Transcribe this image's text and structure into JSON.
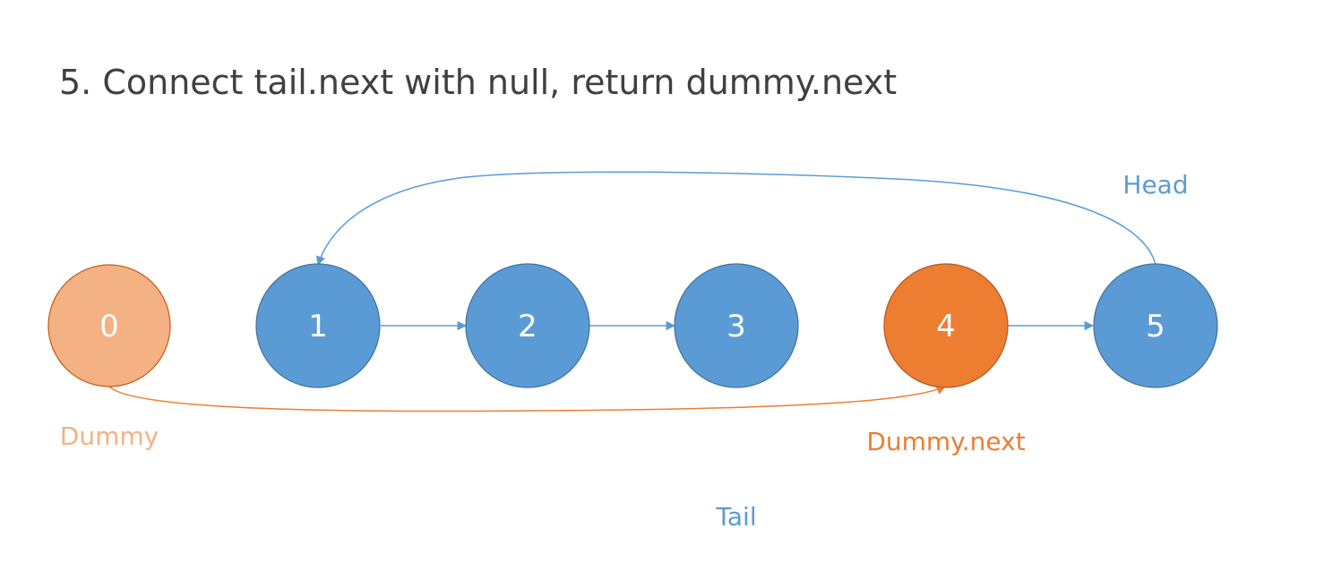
{
  "title": "5. Connect tail.next with null, return dummy.next",
  "colors": {
    "title": "#404040",
    "blue_node": "#5b9bd5",
    "blue_stroke": "#41719c",
    "blue_text": "#5b9bd5",
    "dark_orange_node": "#ed7d31",
    "dark_orange_stroke": "#ae5a21",
    "light_orange_node": "#f4b183",
    "light_orange_stroke": "#c55a11",
    "orange_text": "#ed7d31",
    "light_orange_text": "#f4b183"
  },
  "nodes": [
    {
      "id": "0",
      "label": "0",
      "style": "light-orange"
    },
    {
      "id": "1",
      "label": "1",
      "style": "blue"
    },
    {
      "id": "2",
      "label": "2",
      "style": "blue"
    },
    {
      "id": "3",
      "label": "3",
      "style": "blue"
    },
    {
      "id": "4",
      "label": "4",
      "style": "dark-orange"
    },
    {
      "id": "5",
      "label": "5",
      "style": "blue"
    }
  ],
  "edges": [
    {
      "from": "1",
      "to": "2"
    },
    {
      "from": "2",
      "to": "3"
    },
    {
      "from": "4",
      "to": "5"
    },
    {
      "from": "5",
      "to": "1"
    },
    {
      "from": "0",
      "to": "4"
    }
  ],
  "labels": {
    "head": "Head",
    "dummy": "Dummy",
    "dummy_next": "Dummy.next",
    "tail": "Tail"
  }
}
